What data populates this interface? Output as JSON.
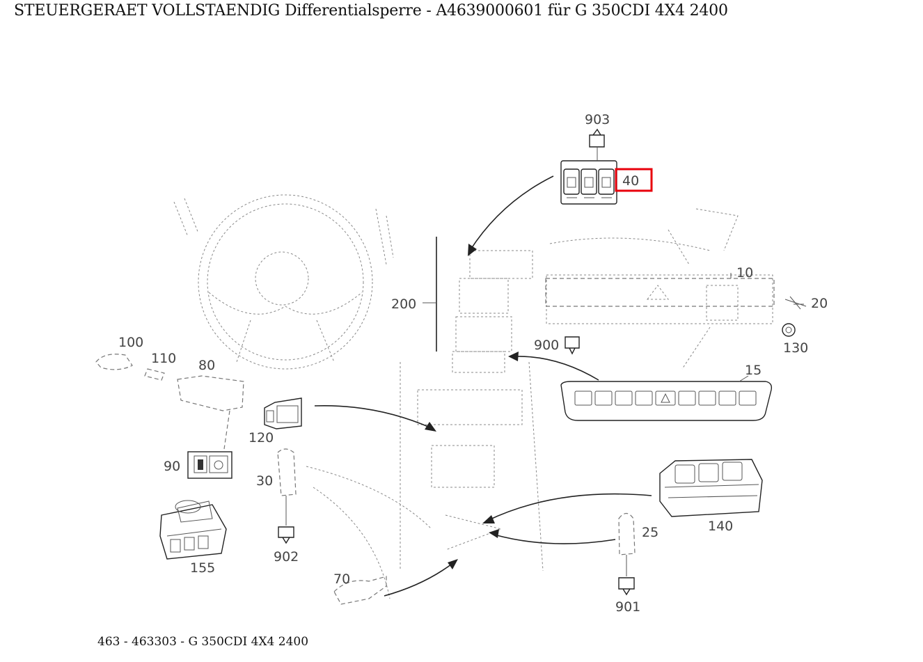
{
  "header": {
    "title": "STEUERGERAET VOLLSTAENDIG Differentialsperre - A4639000601 für G 350CDI 4X4 2400"
  },
  "footer": {
    "text": "463 - 463303 - G 350CDI 4X4 2400"
  },
  "callouts": {
    "c903": "903",
    "c40": "40",
    "c10": "10",
    "c20": "20",
    "c200": "200",
    "c900": "900",
    "c130": "130",
    "c100": "100",
    "c110": "110",
    "c80": "80",
    "c15": "15",
    "c120": "120",
    "c90": "90",
    "c30": "30",
    "c140": "140",
    "c25": "25",
    "c155": "155",
    "c902": "902",
    "c70": "70",
    "c901": "901"
  },
  "highlight": {
    "part": "40",
    "color": "#e8000b"
  }
}
